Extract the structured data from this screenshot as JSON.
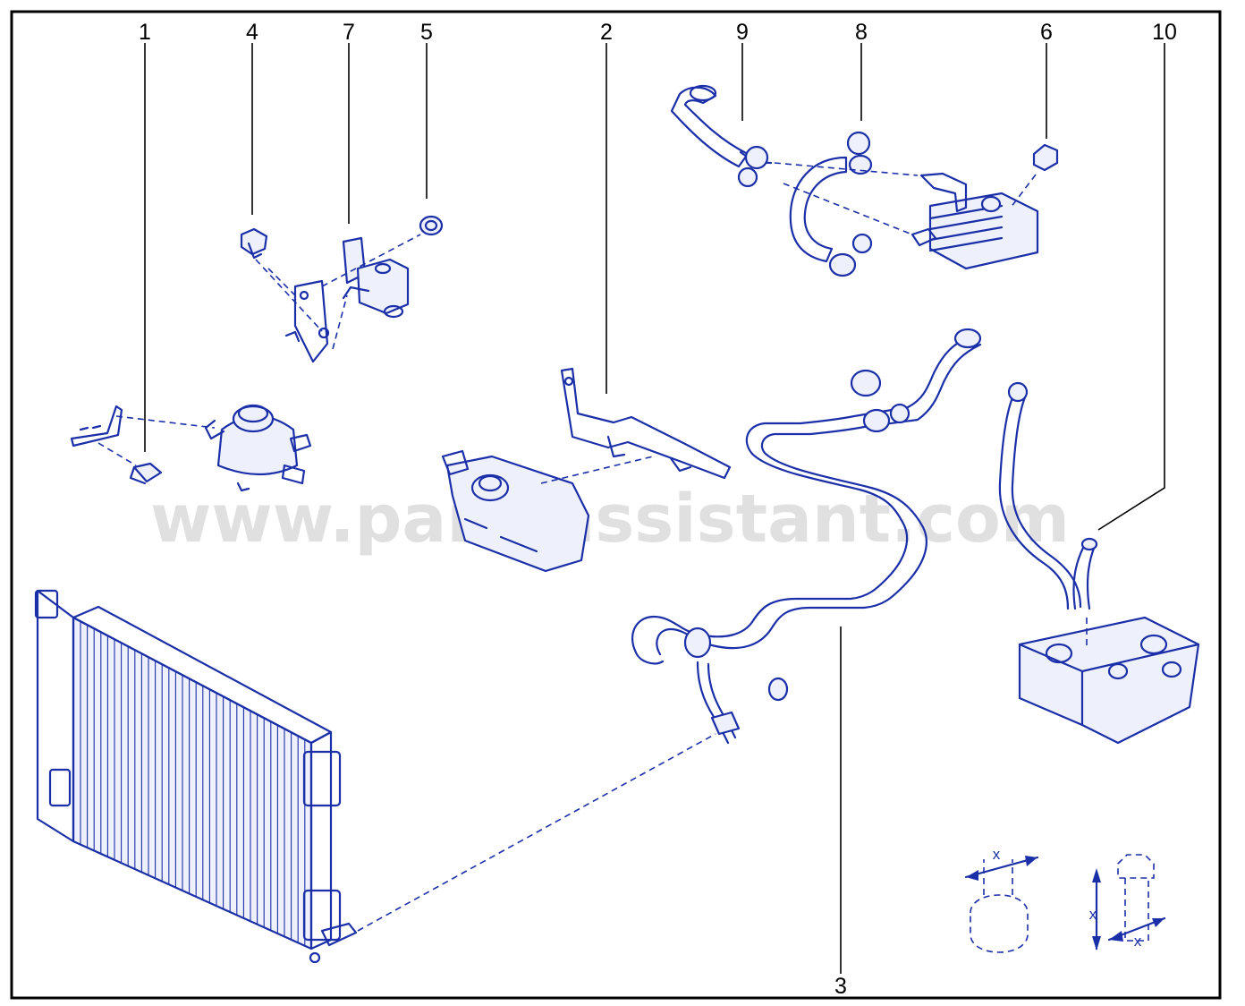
{
  "watermark": "www.partsassistant.com",
  "callouts": [
    "1",
    "2",
    "3",
    "4",
    "5",
    "6",
    "7",
    "8",
    "9",
    "10"
  ],
  "dimension_labels": [
    "x",
    "x",
    "x"
  ],
  "colors": {
    "line": "#1b2fa8",
    "border": "#000000",
    "watermark": "#c8c8c8"
  }
}
